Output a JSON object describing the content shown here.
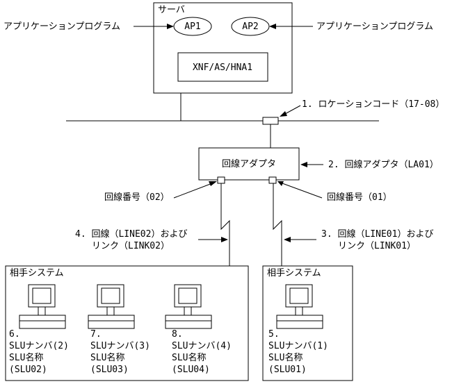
{
  "server": {
    "title": "サーバ",
    "ap1": "AP1",
    "ap2": "AP2",
    "xnf": "XNF/AS/HNA1"
  },
  "left_app_label": "アプリケーションプログラム",
  "right_app_label": "アプリケーションプログラム",
  "callout_location_code": "1. ロケーションコード（17-08）",
  "adapter": {
    "title": "回線アダプタ"
  },
  "callout_adapter": "2. 回線アダプタ（LA01）",
  "line_number_left": "回線番号（02）",
  "line_number_right": "回線番号（01）",
  "callout_line_left": {
    "line1": "4. 回線（LINE02）および",
    "line2": "リンク（LINK02）"
  },
  "callout_line_right": {
    "line1": "3. 回線（LINE01）および",
    "line2": "リンク（LINK01）"
  },
  "partner_left": {
    "title": "相手システム",
    "terminals": [
      {
        "no": "6.",
        "slu": "SLUナンバ(2)",
        "name_label": "SLU名称",
        "name": "(SLU02)"
      },
      {
        "no": "7.",
        "slu": "SLUナンバ(3)",
        "name_label": "SLU名称",
        "name": "(SLU03)"
      },
      {
        "no": "8.",
        "slu": "SLUナンバ(4)",
        "name_label": "SLU名称",
        "name": "(SLU04)"
      }
    ]
  },
  "partner_right": {
    "title": "相手システム",
    "terminals": [
      {
        "no": "5.",
        "slu": "SLUナンバ(1)",
        "name_label": "SLU名称",
        "name": "(SLU01)"
      }
    ]
  }
}
